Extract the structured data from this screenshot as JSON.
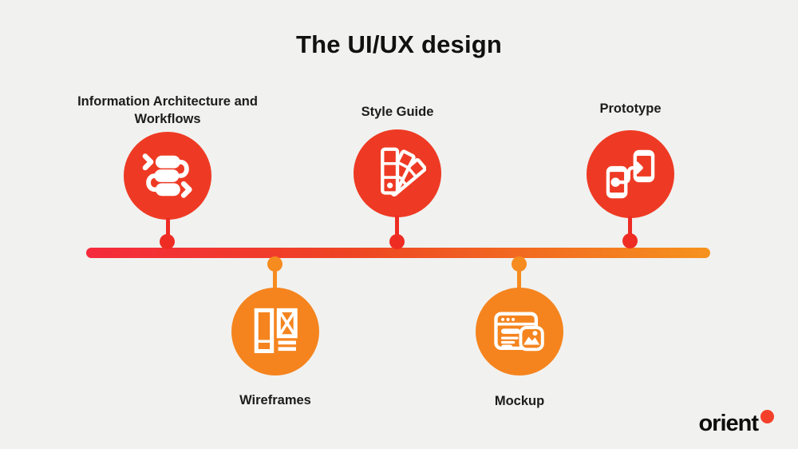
{
  "title": "The UI/UX design",
  "stages": [
    {
      "label": "Information Architecture and Workflows",
      "position": "above",
      "icon": "workflow-icon",
      "color": "#ee3a24"
    },
    {
      "label": "Wireframes",
      "position": "below",
      "icon": "wireframe-icon",
      "color": "#f5841e"
    },
    {
      "label": "Style Guide",
      "position": "above",
      "icon": "color-swatches-icon",
      "color": "#ee3a24"
    },
    {
      "label": "Mockup",
      "position": "below",
      "icon": "browser-mockup-icon",
      "color": "#f5841e"
    },
    {
      "label": "Prototype",
      "position": "above",
      "icon": "phones-transfer-icon",
      "color": "#ee3a24"
    }
  ],
  "brand": {
    "name": "orient",
    "dot_color": "#f4402a"
  },
  "colors": {
    "background": "#f1f1ef",
    "text": "#1c1c1c",
    "stage_red": "#ee3a24",
    "stage_orange": "#f5841e",
    "timeline_gradient_start": "#f52a3c",
    "timeline_gradient_mid": "#ee4423",
    "timeline_gradient_end": "#f6921e"
  }
}
